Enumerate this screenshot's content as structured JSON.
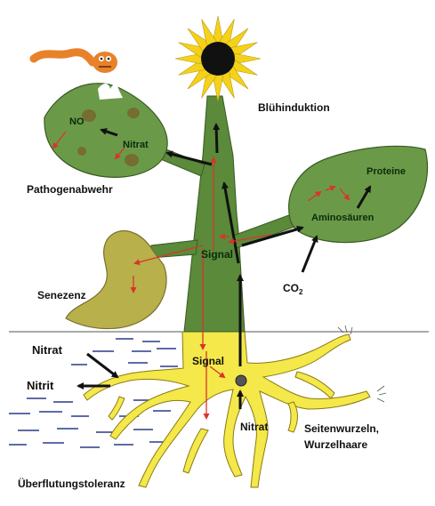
{
  "labels": {
    "bluehinduktion": "Blühinduktion",
    "pathogenabwehr": "Pathogenabwehr",
    "senezenz": "Senezenz",
    "no": "NO",
    "nitrat_leaf": "Nitrat",
    "proteine": "Proteine",
    "aminosaeuren": "Aminosäuren",
    "co2": "CO",
    "co2_sub": "2",
    "signal_stem": "Signal",
    "signal_root": "Signal",
    "nitrat_soil": "Nitrat",
    "nitrit_soil": "Nitrit",
    "nitrat_root": "Nitrat",
    "seitenwurzeln_line1": "Seitenwurzeln,",
    "seitenwurzeln_line2": "Wurzelhaare",
    "ueberflutung": "Überflutungstoleranz"
  },
  "colors": {
    "plant_green": "#5a8a3a",
    "leaf_green": "#6a9a48",
    "root_yellow": "#f4e84a",
    "arrow_black": "#111111",
    "arrow_red": "#d8352a",
    "soil_dash": "#2a3a8a",
    "petal_yellow": "#f5d21a",
    "worm_orange": "#e8822a"
  }
}
